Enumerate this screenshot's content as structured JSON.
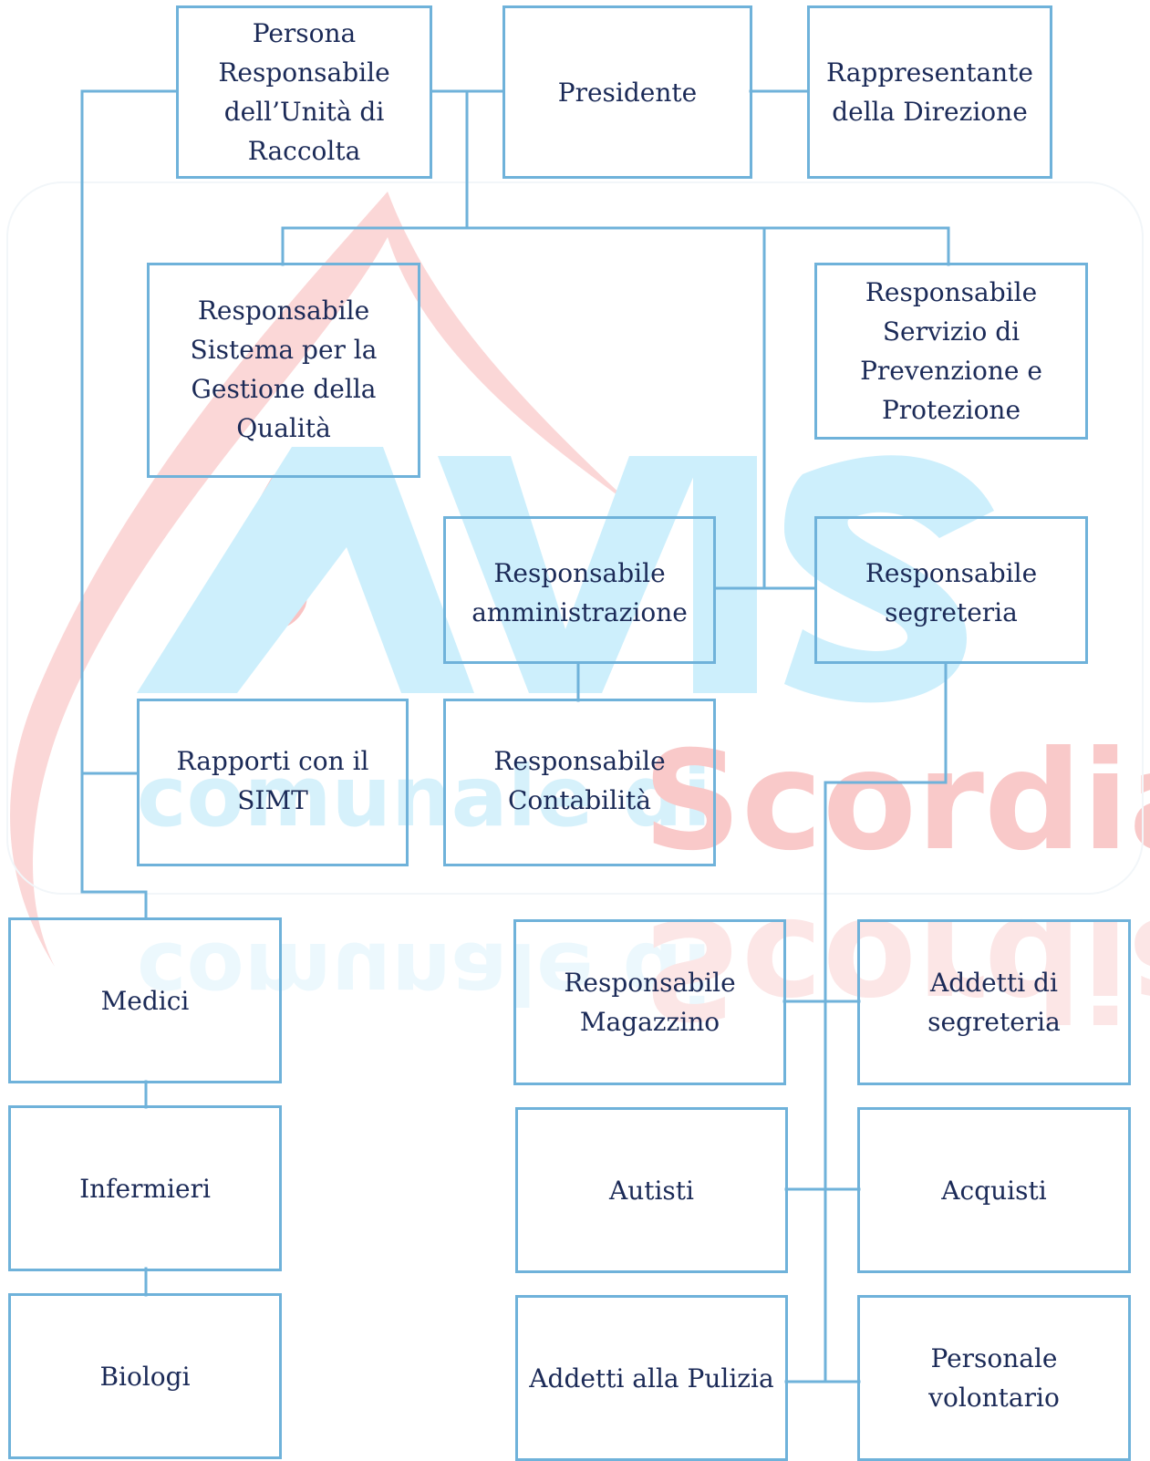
{
  "watermark": {
    "logo_text": "AVIS",
    "line_left": "comunale di",
    "line_right": "Scordia",
    "colors": {
      "drop": "#fbd3d3",
      "avis": "#cdeffc",
      "scordia": "#f9c9c9",
      "comunale": "#d6f1fb"
    }
  },
  "colors": {
    "border": "#6fb2da",
    "line": "#6fb2da",
    "text": "#1b2a57"
  },
  "boxes": {
    "persona_responsabile": "Persona Responsabile dell’Unità di Raccolta",
    "presidente": "Presidente",
    "rappresentante_direzione": "Rappresentante della Direzione",
    "responsabile_qualita": "Responsabile Sistema per la Gestione della Qualità",
    "responsabile_prevenzione": "Responsabile Servizio di Prevenzione e Protezione",
    "responsabile_amministrazione": "Responsabile amministrazione",
    "responsabile_segreteria": "Responsabile segreteria",
    "rapporti_simt": "Rapporti con il SIMT",
    "responsabile_contabilita": "Responsabile Contabilità",
    "medici": "Medici",
    "infermieri": "Infermieri",
    "biologi": "Biologi",
    "responsabile_magazzino": "Responsabile Magazzino",
    "addetti_segreteria": "Addetti di segreteria",
    "autisti": "Autisti",
    "acquisti": "Acquisti",
    "addetti_pulizia": "Addetti alla Pulizia",
    "personale_volontario": "Personale volontario"
  }
}
